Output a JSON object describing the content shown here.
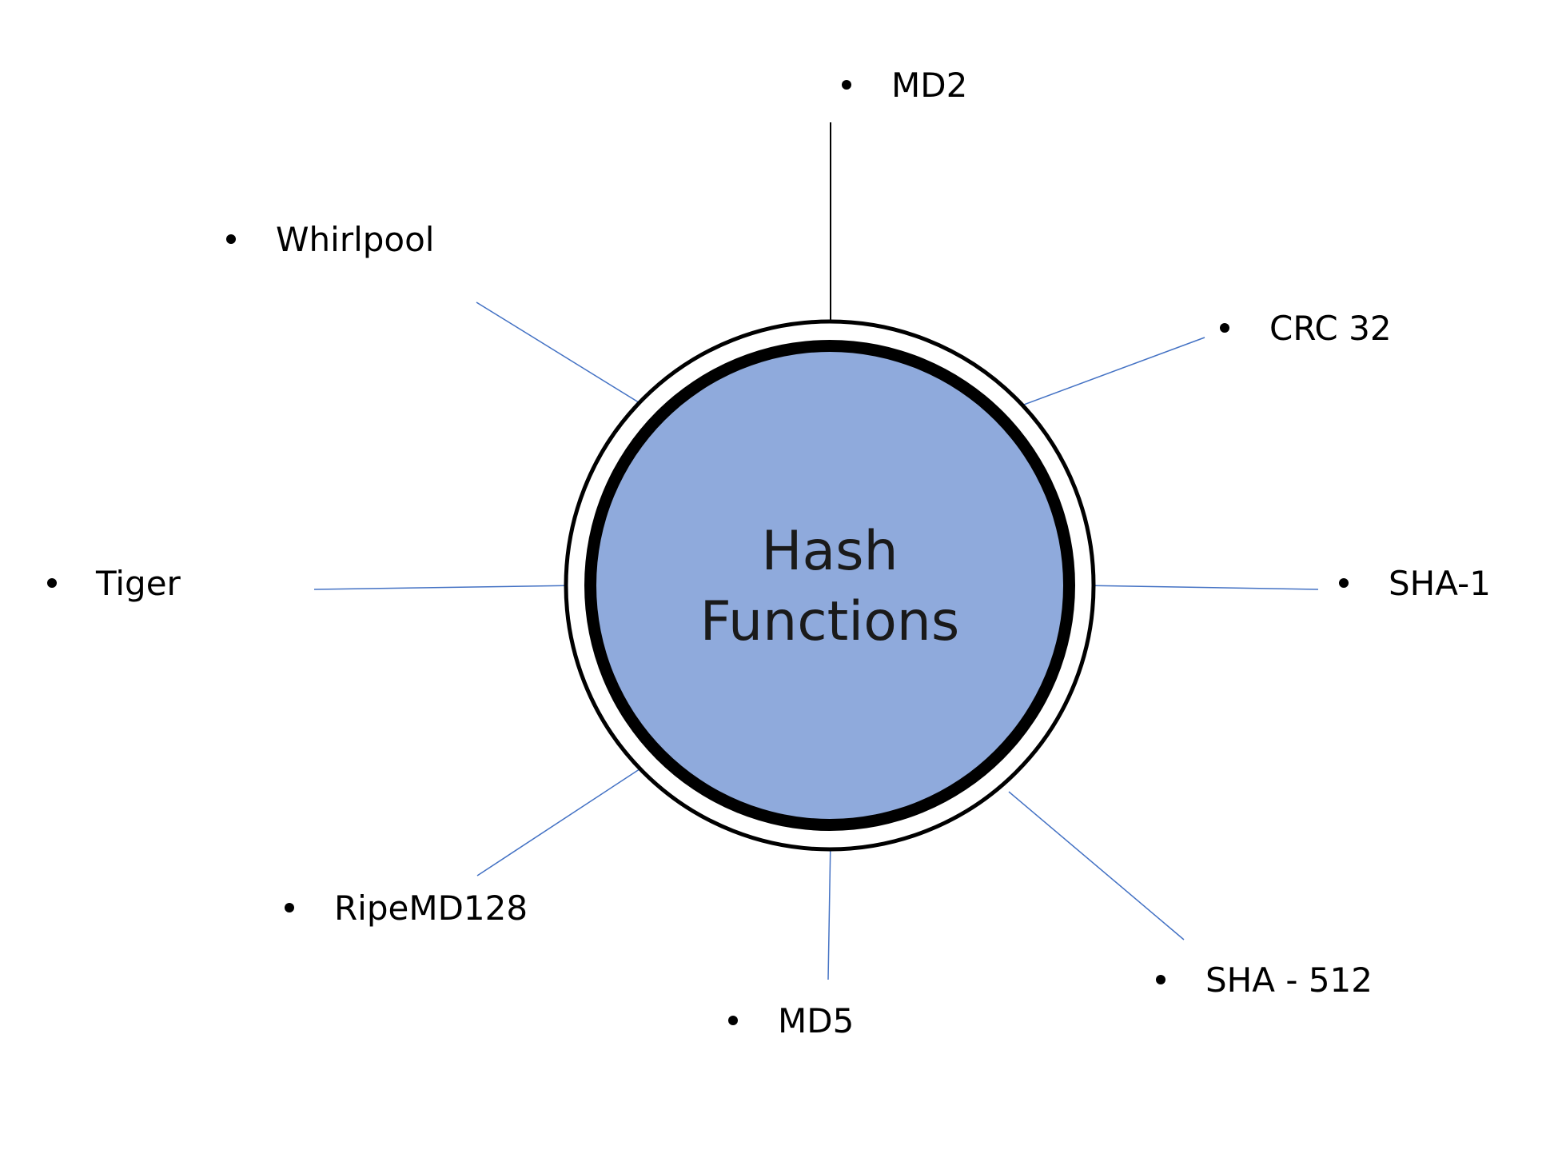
{
  "center": {
    "line1": "Hash",
    "line2": "Functions"
  },
  "colors": {
    "circle_fill": "#8faadc",
    "ring": "#000000",
    "connector_black": "#000000",
    "connector_blue": "#4472c4",
    "text": "#000000"
  },
  "items": [
    {
      "id": "md2",
      "label": "MD2"
    },
    {
      "id": "crc32",
      "label": "CRC 32"
    },
    {
      "id": "sha1",
      "label": "SHA-1"
    },
    {
      "id": "sha512",
      "label": "SHA - 512"
    },
    {
      "id": "md5",
      "label": "MD5"
    },
    {
      "id": "ripemd128",
      "label": "RipeMD128"
    },
    {
      "id": "tiger",
      "label": "Tiger"
    },
    {
      "id": "whirlpool",
      "label": "Whirlpool"
    }
  ]
}
